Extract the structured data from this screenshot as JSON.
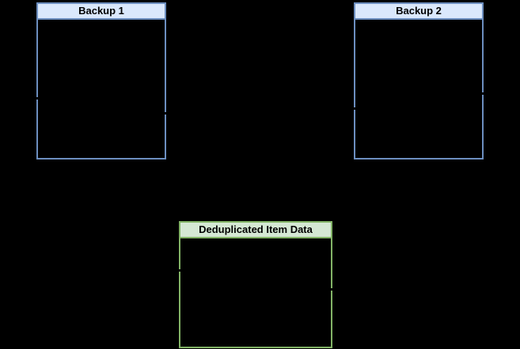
{
  "diagram": {
    "background_color": "#000000",
    "boxes": [
      {
        "id": "backup-1",
        "label": "Backup 1",
        "header_fill": "#dae8fc",
        "border_color": "#6c8ebf",
        "text_color": "#000000"
      },
      {
        "id": "backup-2",
        "label": "Backup 2",
        "header_fill": "#dae8fc",
        "border_color": "#6c8ebf",
        "text_color": "#000000"
      },
      {
        "id": "deduplicated-item-data",
        "label": "Deduplicated Item Data",
        "header_fill": "#d5e8d4",
        "border_color": "#82b366",
        "text_color": "#000000"
      }
    ],
    "connector_stub_color": "#000000"
  }
}
